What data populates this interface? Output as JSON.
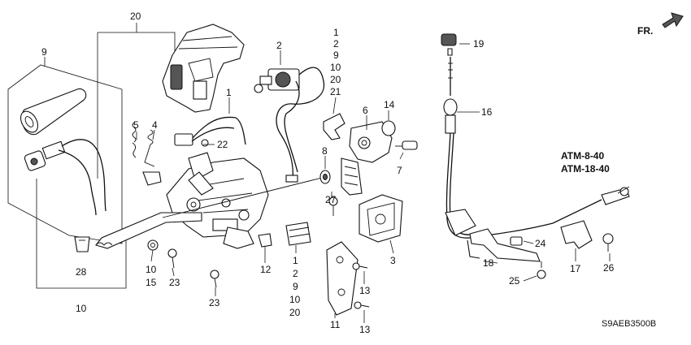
{
  "diagram": {
    "callouts": {
      "c20_top": "20",
      "c9_left": "9",
      "c5": "5",
      "c4": "4",
      "c1_switch": "1",
      "c22": "22",
      "c28": "28",
      "c10_bottom": "10",
      "c2": "2",
      "stack_right": [
        "1",
        "2",
        "9",
        "10",
        "20",
        "21"
      ],
      "c6": "6",
      "c14": "14",
      "c8": "8",
      "c7": "7",
      "c27": "27",
      "c3": "3",
      "stack_center": [
        "1",
        "2",
        "9",
        "10",
        "20"
      ],
      "c12": "12",
      "c10_15": [
        "10",
        "15"
      ],
      "c23_a": "23",
      "c23_b": "23",
      "c11": "11",
      "c13_a": "13",
      "c13_b": "13",
      "c19": "19",
      "c16": "16",
      "c24": "24",
      "c18": "18",
      "c17": "17",
      "c26": "26",
      "c25": "25"
    },
    "direction_label": "FR.",
    "references": [
      "ATM-8-40",
      "ATM-18-40"
    ],
    "diagram_code": "S9AEB3500B"
  }
}
